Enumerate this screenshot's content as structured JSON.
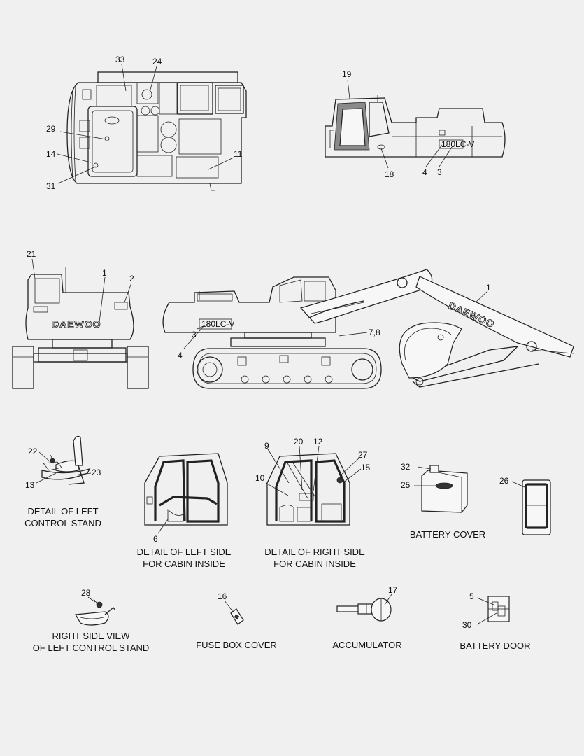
{
  "captions": {
    "left_control_stand": [
      "DETAIL OF LEFT",
      "CONTROL STAND"
    ],
    "left_side_cabin": [
      "DETAIL OF LEFT SIDE",
      "FOR CABIN INSIDE"
    ],
    "right_side_cabin": [
      "DETAIL OF RIGHT SIDE",
      "FOR CABIN INSIDE"
    ],
    "battery_cover": "BATTERY COVER",
    "right_side_view": [
      "RIGHT SIDE VIEW",
      "OF LEFT CONTROL STAND"
    ],
    "fuse_box_cover": "FUSE BOX COVER",
    "accumulator": "ACCUMULATOR",
    "battery_door": "BATTERY DOOR"
  },
  "brand_text": "DAEWOO",
  "model_badge": "180LC-V",
  "callouts": {
    "top_view": [
      "33",
      "24",
      "29",
      "14",
      "31",
      "11"
    ],
    "side_upper": [
      "19",
      "18",
      "4",
      "3"
    ],
    "rear_view": [
      "21",
      "1",
      "2"
    ],
    "side_full": [
      "1",
      "4",
      "3",
      "7,8"
    ],
    "left_stand": [
      "22",
      "23",
      "13"
    ],
    "left_cabin": [
      "6"
    ],
    "right_cabin": [
      "9",
      "20",
      "12",
      "27",
      "15",
      "10"
    ],
    "battery": [
      "32",
      "25",
      "26"
    ],
    "stand_side": [
      "28"
    ],
    "fuse": [
      "16"
    ],
    "accumulator": [
      "17"
    ],
    "battery_door": [
      "5",
      "30"
    ]
  }
}
